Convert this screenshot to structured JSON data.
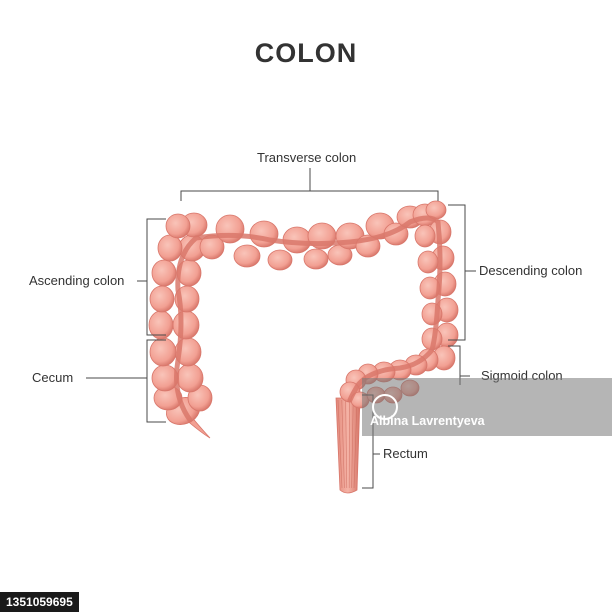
{
  "title": "COLON",
  "labels": {
    "transverse": "Transverse colon",
    "ascending": "Ascending colon",
    "descending": "Descending colon",
    "cecum": "Cecum",
    "sigmoid": "Sigmoid colon",
    "rectum": "Rectum"
  },
  "watermark": {
    "text": "Albina Lavrentyeva"
  },
  "footer": {
    "image_id": "1351059695"
  },
  "colors": {
    "colon_fill": "#f2a093",
    "colon_edge": "#d8766a",
    "colon_highlight": "#f9c4b9",
    "band": "#d9786b",
    "leader": "#4a4a4a"
  }
}
